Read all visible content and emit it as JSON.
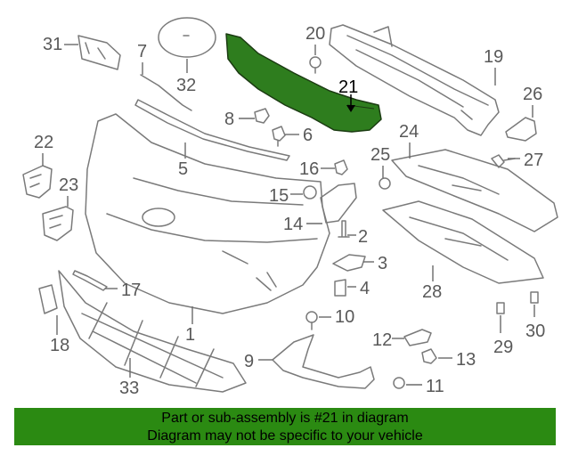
{
  "banner": {
    "line1": "Part or sub-assembly is #21 in diagram",
    "line2": "Diagram may not be specific to your vehicle"
  },
  "highlight_color": "#2e7d1e",
  "callouts": [
    "31",
    "7",
    "32",
    "20",
    "19",
    "21",
    "26",
    "8",
    "6",
    "22",
    "5",
    "16",
    "24",
    "25",
    "27",
    "23",
    "15",
    "14",
    "2",
    "3",
    "4",
    "17",
    "28",
    "10",
    "1",
    "18",
    "12",
    "13",
    "9",
    "11",
    "33",
    "29",
    "30"
  ],
  "highlighted_part": "21"
}
